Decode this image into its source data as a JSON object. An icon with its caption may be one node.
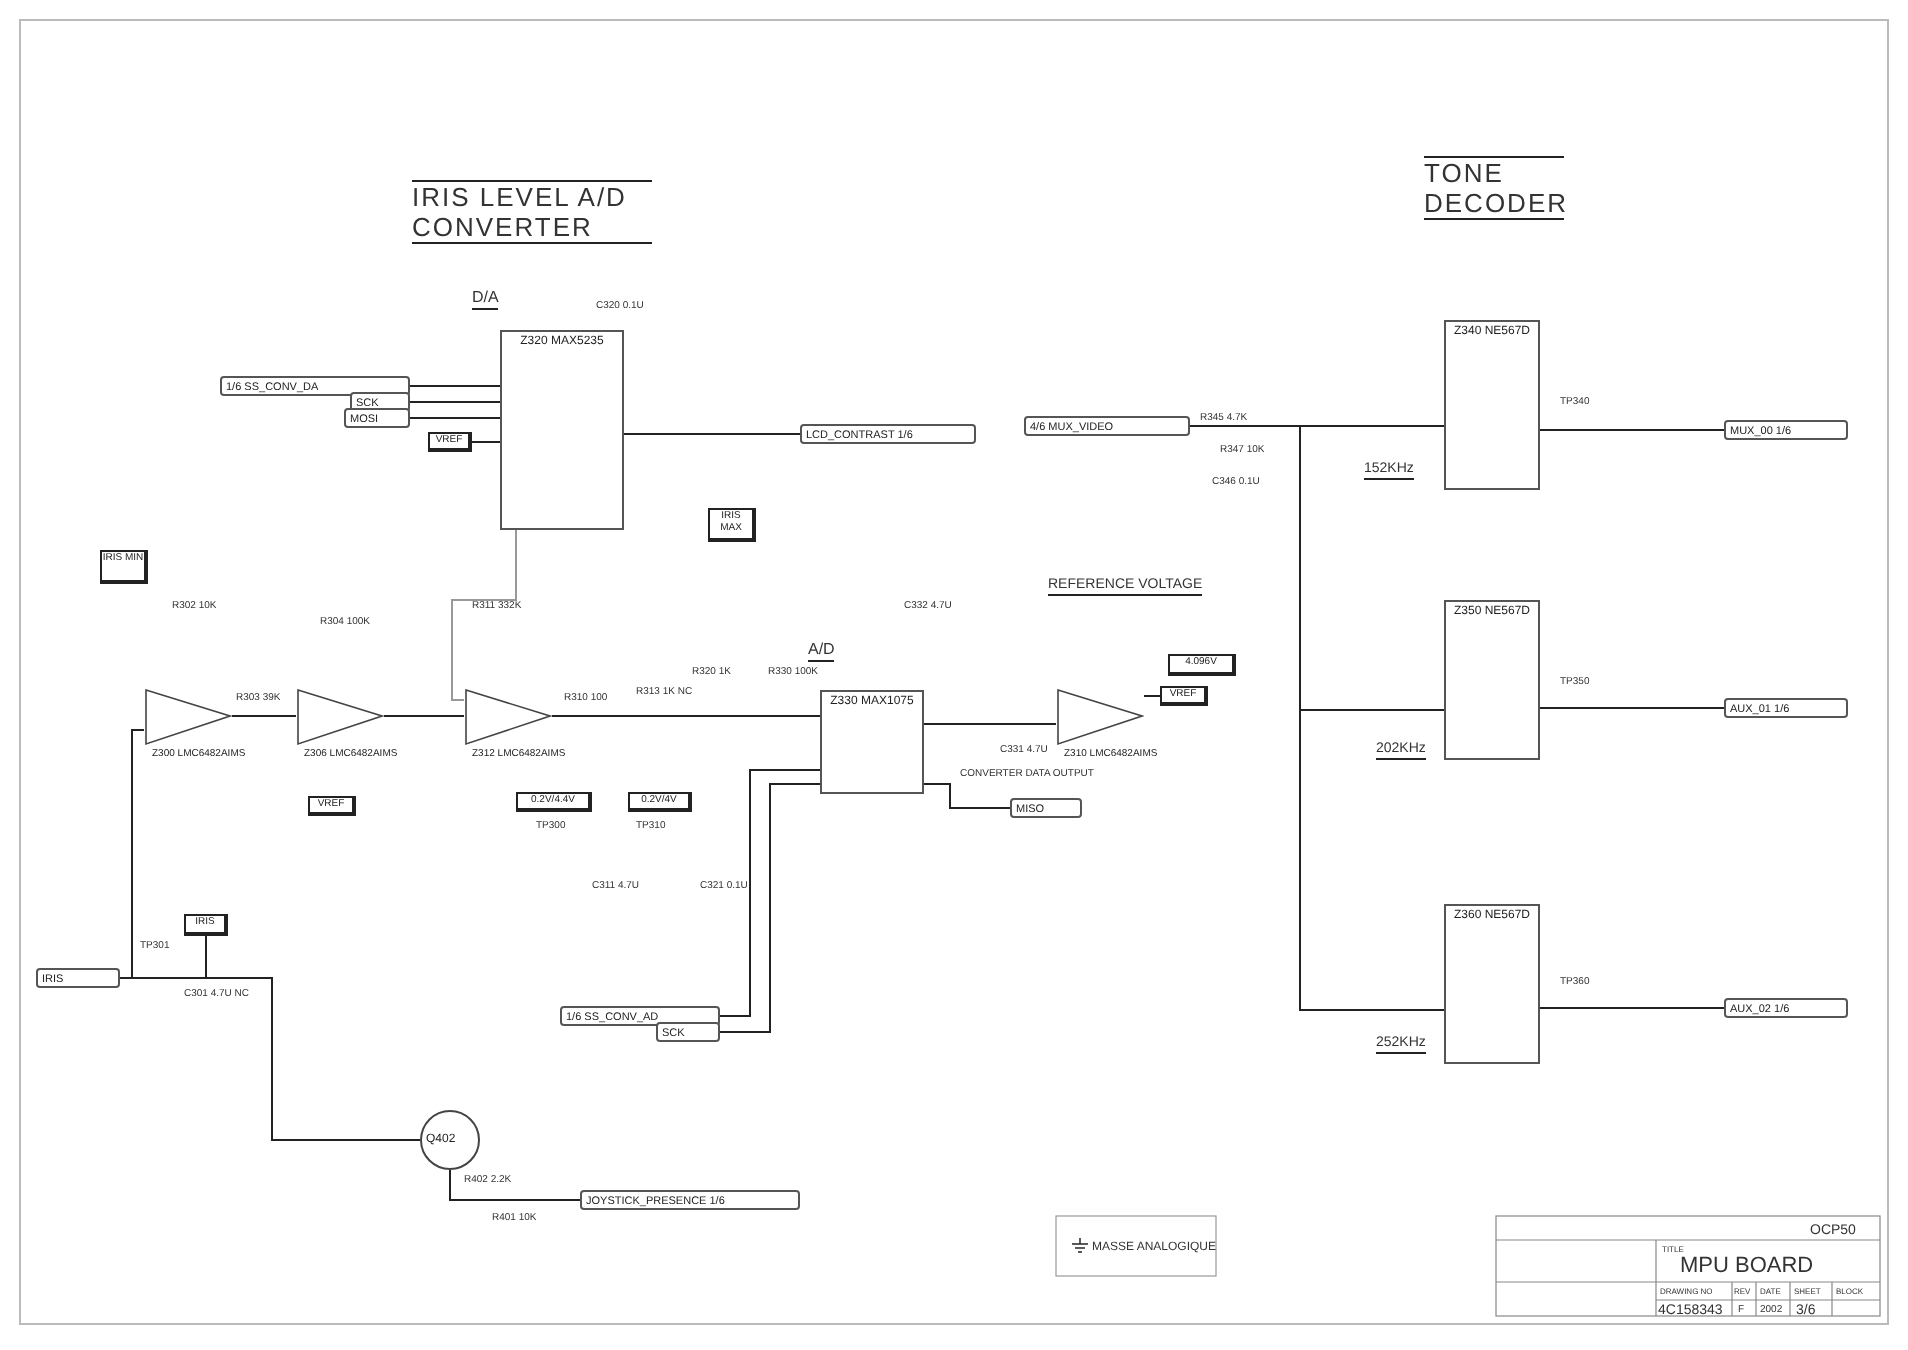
{
  "diagram": {
    "nodes": [
      {
        "text": [
          "Z320 MAX5235"
        ]
      },
      {
        "text": [
          "Z300 LMC6482AIMS"
        ]
      },
      {
        "text": [
          "Z306 LMC6482AIMS"
        ]
      },
      {
        "text": [
          "Z312 LMC6482AIMS"
        ]
      },
      {
        "text": [
          "Z330 MAX1075"
        ]
      },
      {
        "text": [
          "Z310 LMC6482AIMS"
        ]
      },
      {
        "text": [
          "Z340 NE567D"
        ]
      },
      {
        "text": [
          "Z350 NE567D"
        ]
      },
      {
        "text": [
          "Z360 NE567D"
        ]
      },
      {
        "text": [
          "Q402"
        ]
      },
      {
        "text": [
          "IRIS MIN"
        ]
      },
      {
        "text": [
          "IRIS MAX"
        ]
      },
      {
        "text": [
          "VREF"
        ]
      },
      {
        "text": [
          "VREF"
        ]
      },
      {
        "text": [
          "0.2V/4.4V"
        ]
      },
      {
        "text": [
          "0.2V/4V"
        ]
      },
      {
        "text": [
          "IRIS"
        ]
      },
      {
        "text": [
          "4.096V"
        ]
      },
      {
        "text": [
          "VREF"
        ]
      },
      {
        "text": [
          "IRIS"
        ]
      },
      {
        "text": [
          "1/6 SS_CONV_DA"
        ]
      },
      {
        "text": [
          "SCK"
        ]
      },
      {
        "text": [
          "MOSI"
        ]
      },
      {
        "text": [
          "LCD_CONTRAST 1/6"
        ]
      },
      {
        "text": [
          "1/6 SS_CONV_AD"
        ]
      },
      {
        "text": [
          "SCK"
        ]
      },
      {
        "text": [
          "MISO"
        ]
      },
      {
        "text": [
          "JOYSTICK_PRESENCE 1/6"
        ]
      },
      {
        "text": [
          "4/6 MUX_VIDEO"
        ]
      },
      {
        "text": [
          "MUX_00 1/6"
        ]
      },
      {
        "text": [
          "AUX_01 1/6"
        ]
      },
      {
        "text": [
          "AUX_02 1/6"
        ]
      }
    ],
    "edges": [
      {
        "from": 20,
        "to": 0,
        "arrow": "none"
      },
      {
        "from": 21,
        "to": 0,
        "arrow": "none"
      },
      {
        "from": 22,
        "to": 0,
        "arrow": "none"
      },
      {
        "from": 0,
        "to": 23,
        "arrow": "none"
      },
      {
        "from": 12,
        "to": 0,
        "arrow": "none"
      },
      {
        "from": 1,
        "to": 2,
        "arrow": "none"
      },
      {
        "from": 2,
        "to": 3,
        "arrow": "none"
      },
      {
        "from": 3,
        "to": 4,
        "arrow": "none"
      },
      {
        "from": 19,
        "to": 1,
        "arrow": "none"
      },
      {
        "from": 4,
        "to": 5,
        "arrow": "none"
      },
      {
        "from": 5,
        "to": 18,
        "arrow": "none"
      },
      {
        "from": 4,
        "to": 26,
        "arrow": "none"
      },
      {
        "from": 24,
        "to": 4,
        "arrow": "none"
      },
      {
        "from": 25,
        "to": 4,
        "arrow": "none"
      },
      {
        "from": 28,
        "to": 6,
        "arrow": "none"
      },
      {
        "from": 28,
        "to": 7,
        "arrow": "none"
      },
      {
        "from": 28,
        "to": 8,
        "arrow": "none"
      },
      {
        "from": 6,
        "to": 29,
        "arrow": "none"
      },
      {
        "from": 7,
        "to": 30,
        "arrow": "none"
      },
      {
        "from": 8,
        "to": 31,
        "arrow": "none"
      },
      {
        "from": 9,
        "to": 27,
        "arrow": "none"
      },
      {
        "from": 0,
        "to": 3,
        "arrow": "none",
        "color": "#999999"
      },
      {
        "from": 19,
        "to": 9,
        "arrow": "none"
      },
      {
        "from": 16,
        "to": 19,
        "arrow": "none"
      }
    ],
    "labels": [
      "IRIS LEVEL A/D CONVERTER",
      "TONE DECODER",
      "D/A",
      "A/D",
      "REFERENCE VOLTAGE",
      "152KHz",
      "202KHz",
      "252KHz",
      "CONVERTER DATA OUTPUT",
      "MASSE ANALOGIQUE",
      "OCP50",
      "TITLE",
      "MPU BOARD",
      "DRAWING NO",
      "REV",
      "DATE",
      "SHEET",
      "BLOCK",
      "4C158343",
      "F",
      "2002",
      "3/6",
      "R302 10K",
      "R304 100K",
      "R311 332K",
      "R303 39K",
      "R310 100",
      "R313 1K NC",
      "R320 1K",
      "R330 100K",
      "C311 4.7U",
      "C321 0.1U",
      "TP300",
      "TP310",
      "TP301",
      "C301 4.7U NC",
      "R402 2.2K",
      "R401 10K",
      "R345 4.7K",
      "R347 10K",
      "C346 0.1U",
      "TP340",
      "TP350",
      "TP360",
      "C320 0.1U",
      "C332 4.7U",
      "C331 4.7U"
    ]
  }
}
